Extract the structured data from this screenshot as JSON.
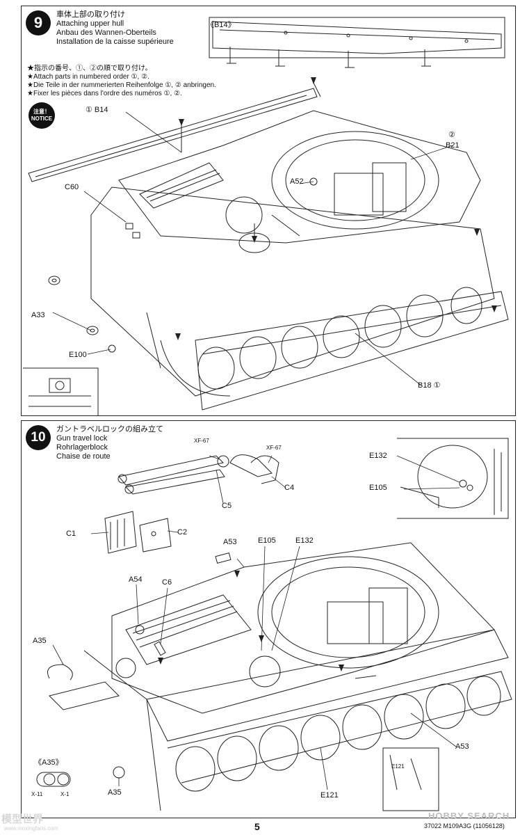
{
  "step9": {
    "number": "9",
    "title_jp": "車体上部の取り付け",
    "title_en": "Attaching upper hull",
    "title_de": "Anbau des Wannen-Oberteils",
    "title_fr": "Installation de la caisse supérieure",
    "notes": [
      "★指示の番号、①、②の順で取り付け。",
      "★Attach parts in numbered order ①, ②.",
      "★Die Teile in der nummerierten Reihenfolge ①, ② anbringen.",
      "★Fixer les pièces dans l'ordre des numéros ①, ②."
    ],
    "notice_jp": "注意！",
    "notice_en": "NOTICE",
    "inset_label": "《B14》",
    "labels": {
      "b14": "① B14",
      "b21_num": "②",
      "b21": "B21",
      "c60": "C60",
      "a52": "A52",
      "a33": "A33",
      "e100": "E100",
      "b18": "B18 ①"
    }
  },
  "step10": {
    "number": "10",
    "title_jp": "ガントラベルロックの組み立て",
    "title_en": "Gun travel lock",
    "title_de": "Rohrlagerblock",
    "title_fr": "Chaise de route",
    "labels": {
      "xf67a": "XF-67",
      "xf67b": "XF-67",
      "c4": "C4",
      "c5": "C5",
      "c1": "C1",
      "c2": "C2",
      "e132_inset": "E132",
      "e105_inset": "E105",
      "a53_top": "A53",
      "e105": "E105",
      "e132": "E132",
      "a54": "A54",
      "c6": "C6",
      "a35": "A35",
      "a53_bottom": "A53",
      "a35_bottom": "A35",
      "e121": "E121",
      "e121_inset": "E121",
      "a35_inset": "《A35》",
      "x11": "X-11",
      "x1": "X-1"
    }
  },
  "footer": {
    "page_number": "5",
    "code": "37022  M109A3G (11056128)",
    "watermark_left": "模型世界",
    "watermark_url": "www.moxingfans.com",
    "watermark_right": "HOBBY SEARCH"
  }
}
